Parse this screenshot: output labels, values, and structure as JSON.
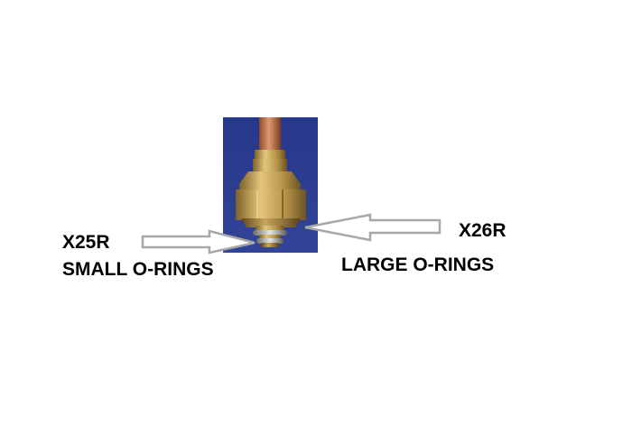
{
  "labels": {
    "left_code": "X25R",
    "left_desc": "SMALL O-RINGS",
    "right_code": "X26R",
    "right_desc": "LARGE O-RINGS"
  },
  "colors": {
    "photo_background": "#2b3c8f",
    "brass": "#b8954a",
    "copper": "#c0704a",
    "arrow_stroke": "#a8a8a8",
    "arrow_fill": "#ffffff",
    "text": "#000000"
  }
}
